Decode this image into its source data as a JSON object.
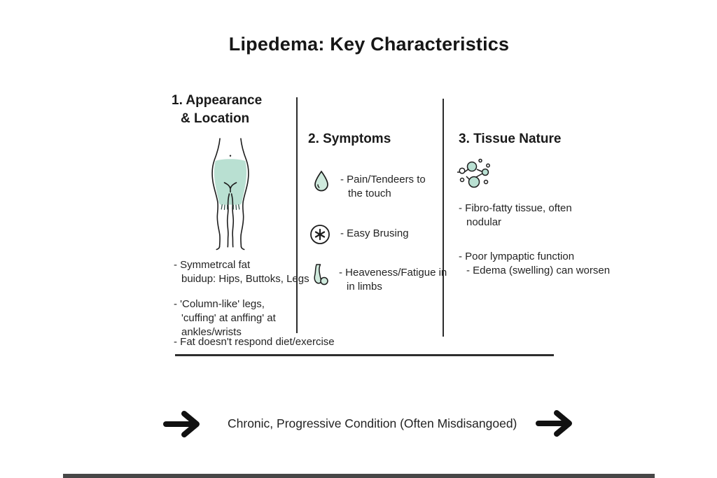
{
  "title": "Lipedema: Key Characteristics",
  "columns": {
    "appearance": {
      "heading": "1. Appearance\n& Location",
      "figure": "lower-body-highlighted-figure",
      "points": [
        "- Symmetrcal fat\nbuidup: Hips, Buttoks, Legs",
        "- 'Column-like' legs,\n'cuffing' at anffing' at\nankles/wrists",
        "- Fat doesn't respond diet/exercise"
      ]
    },
    "symptoms": {
      "heading": "2. Symptoms",
      "items": [
        {
          "icon": "droplet-icon",
          "label": "- Pain/Tendeers to\nthe touch"
        },
        {
          "icon": "asterisk-circle-icon",
          "label": "- Easy Brusing"
        },
        {
          "icon": "leg-icon",
          "label": "- Heaveness/Fatigue in\nin limbs"
        }
      ]
    },
    "tissue": {
      "heading": "3. Tissue Nature",
      "icon": "nodule-cluster-icon",
      "points": [
        "- Fibro-fatty tissue, often\nnodular",
        "- Poor lympaptic function\n- Edema (swelling) can worsen"
      ]
    }
  },
  "footer": {
    "label": "Chronic, Progressive Condition (Often Misdisangoed)"
  },
  "palette": {
    "accent_fill": "#b9e0d2",
    "accent_light": "#cfeadd",
    "ink": "#1f1f1f"
  }
}
